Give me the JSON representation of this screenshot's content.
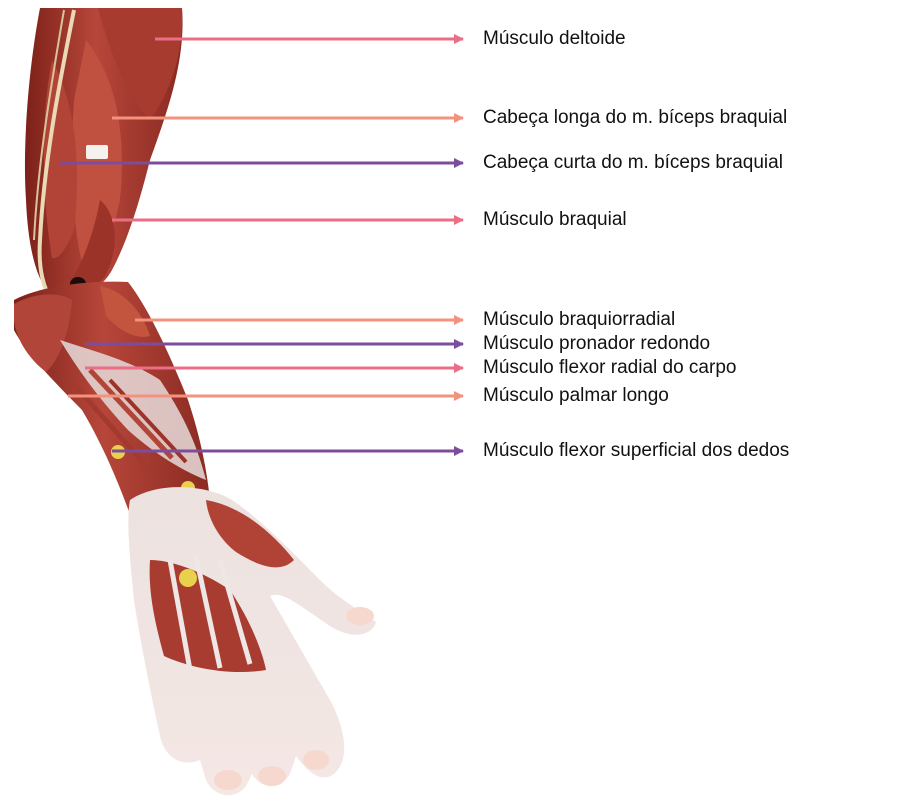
{
  "colors": {
    "pink": "#ec6d86",
    "salmon": "#f3937e",
    "purple": "#7d4c9c",
    "muscle_dark": "#8e2a22",
    "muscle": "#b7463a",
    "muscle_light": "#cf6a5a",
    "tendon": "#e8e2e0",
    "skin": "#f1e4e2",
    "nail": "#f6d8cf"
  },
  "labels": [
    {
      "text": "Músculo deltoide",
      "color": "pink"
    },
    {
      "text": "Cabeça longa do m. bíceps braquial",
      "color": "salmon"
    },
    {
      "text": "Cabeça curta do m. bíceps braquial",
      "color": "purple"
    },
    {
      "text": "Músculo braquial",
      "color": "pink"
    },
    {
      "text": "Músculo braquiorradial",
      "color": "salmon"
    },
    {
      "text": "Músculo pronador redondo",
      "color": "purple"
    },
    {
      "text": "Músculo flexor radial do carpo",
      "color": "pink"
    },
    {
      "text": "Músculo palmar longo",
      "color": "salmon"
    },
    {
      "text": "Músculo flexor superficial dos dedos",
      "color": "purple"
    }
  ]
}
